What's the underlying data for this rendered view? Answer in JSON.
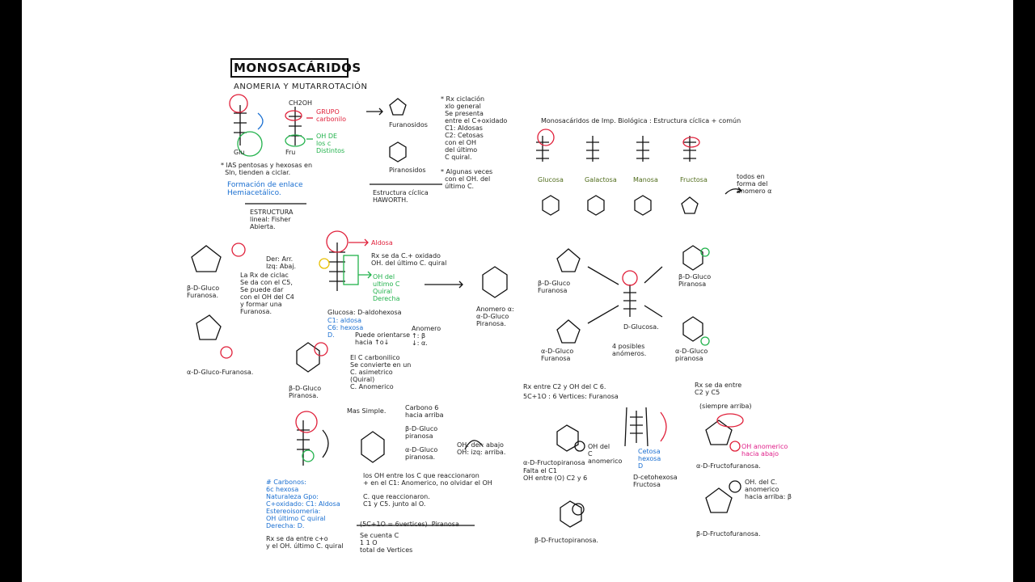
{
  "title": "MONOSACÁRIDOS",
  "subtitle": "ANOMERIA Y MUTARROTACIÓN",
  "labels": {
    "glu": "Glu",
    "fru": "Fru",
    "ch2oh": "CH2OH",
    "grupo_carbonilo": "GRUPO\ncarbonilo",
    "oh_de_los_c": "OH DE\nlos c\nDistintos",
    "pentosas_hexosas": "* lAS pentosas y hexosas en\n  Sln, tienden a ciclar.",
    "formacion": "Formación de enlace\nHemiacetálico.",
    "estructura_lineal": "ESTRUCTURA\nlineal: Fisher\nAbierta.",
    "furanosidos": "Furanosidos",
    "piranosidos": "Piranosidos",
    "estructura_ciclica": "Estructura cíclica\nHAWORTH.",
    "rx_ciclacion": "* Rx ciclación\n  xlo general\n  Se presenta\n  entre el C+oxidado\n  C1: Aldosas\n  C2: Cetosas\n  con el OH\n  del último\n  C quiral.",
    "algunas_veces": "* Algunas veces\n  con el OH. del\n  último C.",
    "bio_header": "Monosacáridos de Imp. Biológica : Estructura cíclica + común",
    "glucosa": "Glucosa",
    "galactosa": "Galactosa",
    "manosa": "Manosa",
    "fructosa": "Fructosa",
    "todos_forma": "todos en\nforma del\nanomero α",
    "b_gluco_furanosa": "β-D-Gluco\nFuranosa.",
    "a_gluco_furanosa": "α-D-Gluco-Furanosa.",
    "der_izq": "Der: Arr.\nIzq: Abaj.",
    "aldosa": "Aldosa",
    "rx_se_da": "Rx se da C.+ oxidado\nOH. del último C. quiral",
    "oh_del_ultimo": "OH del\nultimo C\nQuiral\nDerecha",
    "la_rx_ciclac": "La Rx de ciclac\nSe da con el C5,\nSe puede dar\ncon el OH del C4\ny formar una\nFuranosa.",
    "glucosa_aldohexosa": "Glucosa: D-aldohexosa",
    "c1_c6": "C1: aldosa\nC6: hexosa\nD.",
    "puede_orientarse": "Puede orientarse\nhacia ↑o↓",
    "anomero": "Anomero\n↑: β\n↓: α.",
    "el_c_carbonilico": "El C carbonilico\nSe convierte en un\nC. asimetrico\n(Quiral)\nC. Anomerico",
    "b_gluco_piranosa": "β-D-Gluco\nPiranosa.",
    "anomero_a": "Anomero α:\nα-D-Gluco\nPiranosa.",
    "d_glucosa": "D-Glucosa.",
    "4_posibles": "4 posibles\nanómeros.",
    "b_gluco_furanosa2": "β-D-Gluco\nFuranosa",
    "b_gluco_piranosa2": "β-D-Gluco\nPiranosa",
    "a_gluco_furanosa2": "α-D-Gluco\nFuranosa",
    "a_gluco_piranosa2": "α-D-Gluco\npiranosa",
    "mas_simple": "Mas Simple.",
    "carbono_6": "Carbono 6\nhacia arriba",
    "b_d_gluco_piranosa3": "β-D-Gluco\npiranosa",
    "a_d_gluco_piranosa3": "α-D-Gluco\npiranosa.",
    "oh_der_izq": "OH: der: abajo\nOH: izq: arriba.",
    "los_oh_entre": "los OH entre los C que reaccionaron\n+ en el C1: Anomerico, no olvidar el OH",
    "c_que_reaccionaron": "C. que reaccionaron.\nC1 y C5. junto al O.",
    "carbonos_box": "# Carbonos:\n6c hexosa\nNaturaleza Gpo:\nC+oxidado: C1: Aldosa\nEstereoisomeria:\nOH último C quiral\nDerecha: D.",
    "rx_se_da_entre": "Rx se da entre c+o\ny el OH. último C. quiral",
    "5c_10": "(5C+1O = 6vertices)  Piranosa",
    "se_cuenta_c": "Se cuenta C\n1 1 O\ntotal de Vertices",
    "rx_entre_c2": "Rx entre C2 y OH del C 6.",
    "5c_1o_furanosa": "5C+1O : 6 Vertices: Furanosa",
    "oh_del_c_anomerico": "OH del\nC\nanomerico",
    "a_d_fructopiranosa": "α-D-Fructopiranosa",
    "falta_el_c1": "Falta el C1\nOH entre (O) C2 y 6",
    "d_cetohexosa": "D-cetohexosa\nFructosa",
    "cetosa_hexosa": "Cetosa\nhexosa\nD",
    "b_d_fructopiranosa": "β-D-Fructopiranosa.",
    "rx_se_da_c2_c5": "Rx se da entre\nC2 y C5",
    "siempre_arriba": "(siempre arriba)",
    "oh_anomerico_abajo": "OH anomerico\nhacia abajo",
    "a_d_fructofuranosa": "α-D-Fructofuranosa.",
    "oh_del_c_anom_arriba": "OH. del C.\nanomerico\nhacia arriba: β",
    "b_d_fructofuranosa": "β-D-Fructofuranosa."
  }
}
